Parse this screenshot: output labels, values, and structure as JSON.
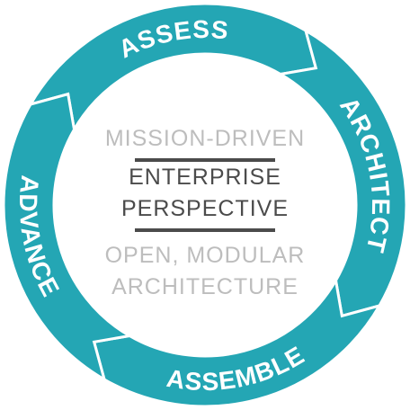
{
  "colors": {
    "ring": "#24a6b4",
    "muted_text": "#bdbdbd",
    "strong_text": "#4b4b4b",
    "background": "#ffffff"
  },
  "cycle": {
    "steps": [
      "ASSESS",
      "ARCHITECT",
      "ASSEMBLE",
      "ADVANCE"
    ]
  },
  "center": {
    "top_line": "MISSION-DRIVEN",
    "middle_line_1": "ENTERPRISE",
    "middle_line_2": "PERSPECTIVE",
    "bottom_line_1": "OPEN, MODULAR",
    "bottom_line_2": "ARCHITECTURE"
  }
}
